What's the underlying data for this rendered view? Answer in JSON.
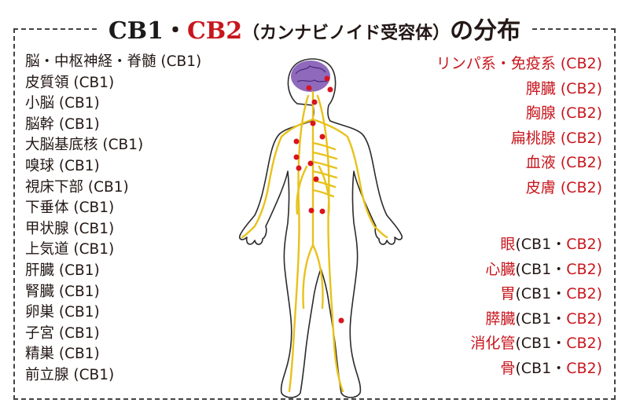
{
  "title": {
    "cb1": "CB1",
    "sep": "・",
    "cb2": "CB2",
    "paren": "（カンナビノイド受容体）",
    "suffix": "の分布"
  },
  "cb1_organs": [
    "脳・中枢神経・脊髄 (CB1)",
    "皮質領 (CB1)",
    "小脳 (CB1)",
    "脳幹 (CB1)",
    "大脳基底核 (CB1)",
    "嗅球 (CB1)",
    "視床下部 (CB1)",
    "下垂体 (CB1)",
    "甲状腺 (CB1)",
    "上気道 (CB1)",
    "肝臓 (CB1)",
    "腎臓 (CB1)",
    "卵巣 (CB1)",
    "子宮 (CB1)",
    "精巣 (CB1)",
    "前立腺 (CB1)"
  ],
  "cb2_organs": [
    "リンパ系・免疫系 (CB2)",
    "脾臓 (CB2)",
    "胸腺 (CB2)",
    "扁桃腺 (CB2)",
    "血液 (CB2)",
    "皮膚 (CB2)"
  ],
  "both_organs": [
    {
      "organ": "眼",
      "cb1": "(CB1",
      "sep": "・",
      "cb2": "CB2)"
    },
    {
      "organ": "心臓",
      "cb1": "(CB1",
      "sep": "・",
      "cb2": "CB2)"
    },
    {
      "organ": "胃",
      "cb1": "(CB1",
      "sep": "・",
      "cb2": "CB2)"
    },
    {
      "organ": "膵臓",
      "cb1": "(CB1",
      "sep": "・",
      "cb2": "CB2)"
    },
    {
      "organ": "消化管",
      "cb1": "(CB1",
      "sep": "・",
      "cb2": "CB2)"
    },
    {
      "organ": "骨",
      "cb1": "(CB1",
      "sep": "・",
      "cb2": "CB2)"
    }
  ],
  "colors": {
    "cb1_text": "#231815",
    "cb2_text": "#c8161d",
    "nerve": "#e8c21a",
    "brain": "#7b4fb0",
    "marker": "#d9141e"
  },
  "icons": {
    "figure": "human-nervous-system-figure",
    "marker": "receptor-marker-dot"
  }
}
